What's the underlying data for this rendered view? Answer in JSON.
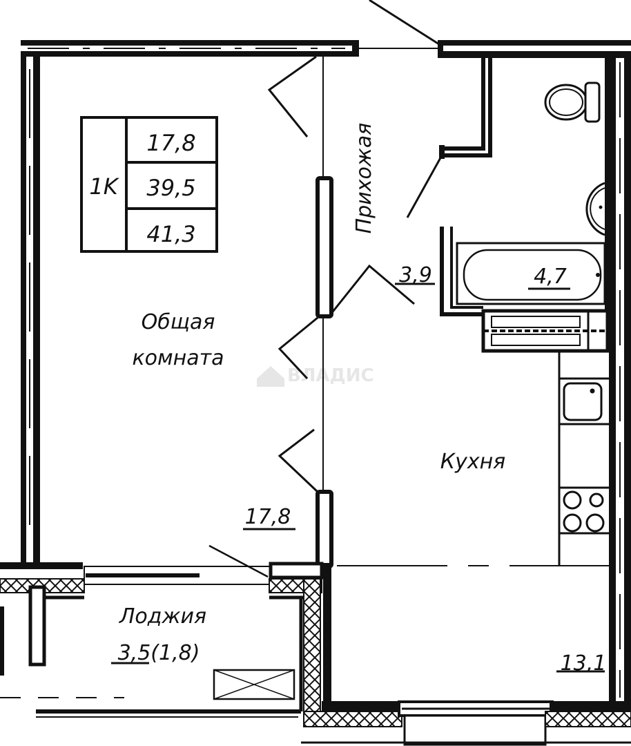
{
  "plan": {
    "type": "1K",
    "areas_table": {
      "label": "1K",
      "living_area": "17,8",
      "total_area": "39,5",
      "total_with_loggia": "41,3"
    },
    "rooms": [
      {
        "id": "living",
        "name_line1": "Общая",
        "name_line2": "комната",
        "area": "17,8"
      },
      {
        "id": "hall",
        "name": "Прихожая",
        "area": "3,9"
      },
      {
        "id": "bathroom",
        "name": "",
        "area": "4,7"
      },
      {
        "id": "kitchen",
        "name": "Кухня",
        "area": "13,1"
      },
      {
        "id": "loggia",
        "name": "Лоджия",
        "area": "3,5(1,8)"
      }
    ],
    "watermark": "ВЛАДИС",
    "colors": {
      "ink": "#111111",
      "background": "#ffffff",
      "watermark": "#e6e6e6"
    }
  }
}
